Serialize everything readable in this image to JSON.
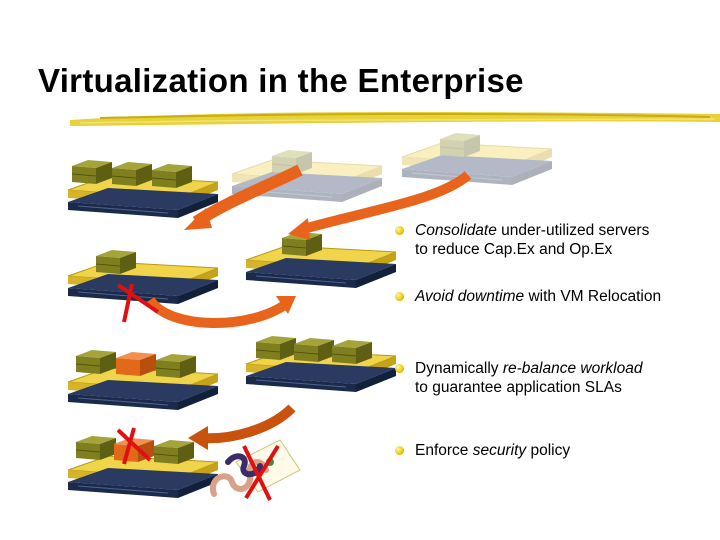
{
  "slide": {
    "title": "Virtualization in the Enterprise"
  },
  "bullets": [
    {
      "italic": "Consolidate",
      "rest": " under-utilized servers",
      "line2": "to reduce Cap.Ex and Op.Ex"
    },
    {
      "italic": "Avoid downtime",
      "rest": " with VM Relocation",
      "line2": ""
    },
    {
      "plain_before": "Dynamically ",
      "italic": "re-balance workload",
      "line2": "to guarantee application SLAs"
    },
    {
      "plain_before": "Enforce ",
      "italic": "security",
      "rest": " policy",
      "line2": ""
    }
  ],
  "colors": {
    "server_yellow": "#f0d44a",
    "server_dark": "#1b2a4a",
    "vm_olive": "#7f7f20",
    "vm_orange": "#e06a1a",
    "arrow_orange": "#e8641c",
    "fail_red": "#e01010",
    "bullet_gold": "#e6c800"
  },
  "icons": [
    "migration-arrow-icon",
    "failure-x-icon",
    "worm-icon",
    "server-icon",
    "vm-box-icon"
  ]
}
